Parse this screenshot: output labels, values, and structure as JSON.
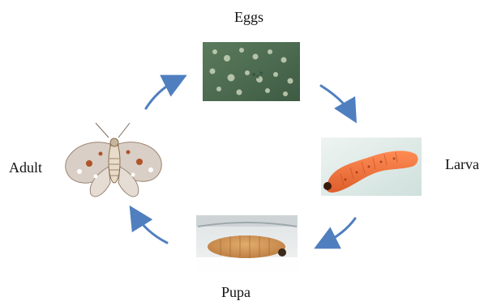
{
  "stages": {
    "eggs": {
      "label": "Eggs"
    },
    "larva": {
      "label": "Larva"
    },
    "pupa": {
      "label": "Pupa"
    },
    "adult": {
      "label": "Adult"
    }
  },
  "colors": {
    "arrow": "#4f7fbf",
    "egg_leaf": "#4a6b4f",
    "larva_body": "#f07a3f",
    "pupa_body": "#c98a4a"
  },
  "icons": {
    "eggs": "leaf-with-eggs-photo",
    "larva": "caterpillar-photo",
    "pupa": "pupa-in-dish-photo",
    "adult": "moth-photo"
  }
}
